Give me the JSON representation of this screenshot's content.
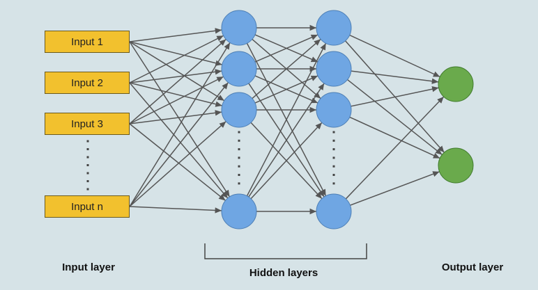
{
  "inputs": [
    "Input 1",
    "Input 2",
    "Input 3",
    "Input n"
  ],
  "labels": {
    "input_layer": "Input layer",
    "hidden_layers": "Hidden layers",
    "output_layer": "Output layer"
  },
  "colors": {
    "background": "#d6e3e7",
    "input_fill": "#f2c12e",
    "hidden_node": "#6fa6e3",
    "output_node": "#6aaa4c",
    "edge": "#555555"
  },
  "hidden_layer_count": 2,
  "hidden_nodes_shown_per_layer": 4,
  "output_node_count": 2
}
